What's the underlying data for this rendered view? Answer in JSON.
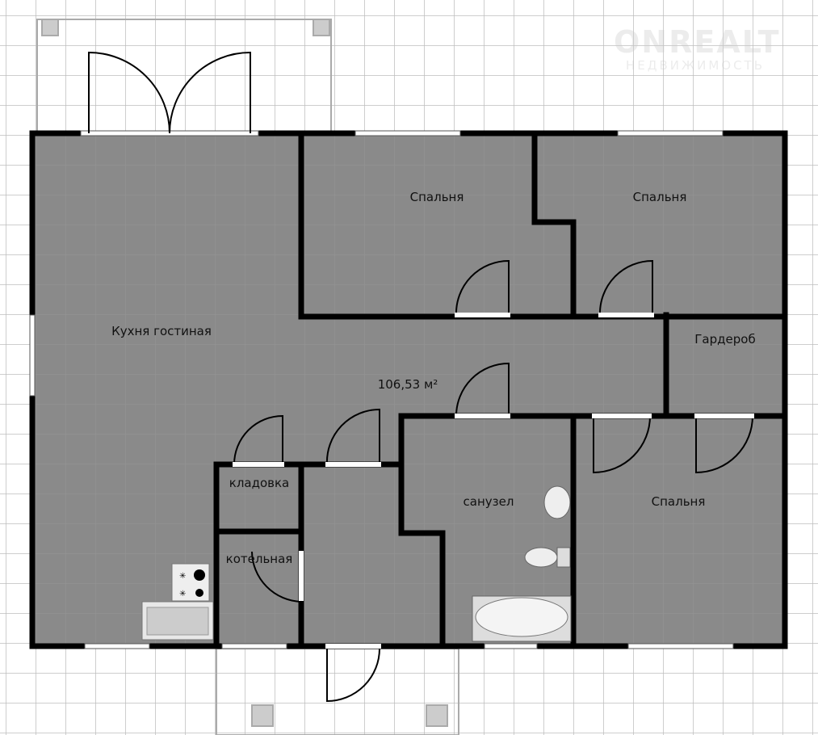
{
  "watermark": {
    "brand": "ONREALT",
    "tagline": "НЕДВИЖИМОСТЬ"
  },
  "rooms": {
    "kitchen_living": "Кухня гостиная",
    "bedroom1": "Спальня",
    "bedroom2": "Спальня",
    "bedroom3": "Спальня",
    "wardrobe": "Гардероб",
    "bathroom": "санузел",
    "pantry": "кладовка",
    "boiler": "котельная"
  },
  "total_area": "106,53 м²",
  "colors": {
    "floor": "#8a8a8a",
    "wall": "#000000",
    "grid": "#b5b5b5"
  }
}
